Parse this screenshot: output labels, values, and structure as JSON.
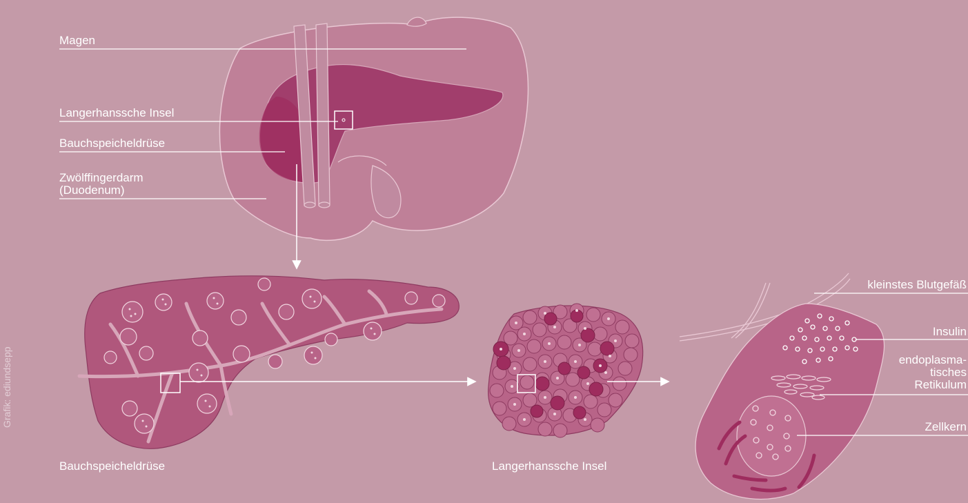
{
  "colors": {
    "background": "#c49aa8",
    "organ_light": "#bf8098",
    "organ_mid": "#b0577c",
    "organ_dark": "#a13e6c",
    "cell_dark": "#9e2c5e",
    "line": "#ffffff"
  },
  "labels": {
    "magen": "Magen",
    "insel": "Langerhanssche Insel",
    "pankreas": "Bauchspeicheldrüse",
    "duodenum_line1": "Zwölffingerdarm",
    "duodenum_line2": "(Duodenum)",
    "pankreas_caption": "Bauchspeicheldrüse",
    "insel_caption": "Langerhanssche Insel",
    "blutgefaess": "kleinstes Blutgefäß",
    "insulin": "Insulin",
    "er_line1": "endoplasma-",
    "er_line2": "tisches",
    "er_line3": "Retikulum",
    "zellkern": "Zellkern"
  },
  "credit": "Grafik: ediundsepp"
}
